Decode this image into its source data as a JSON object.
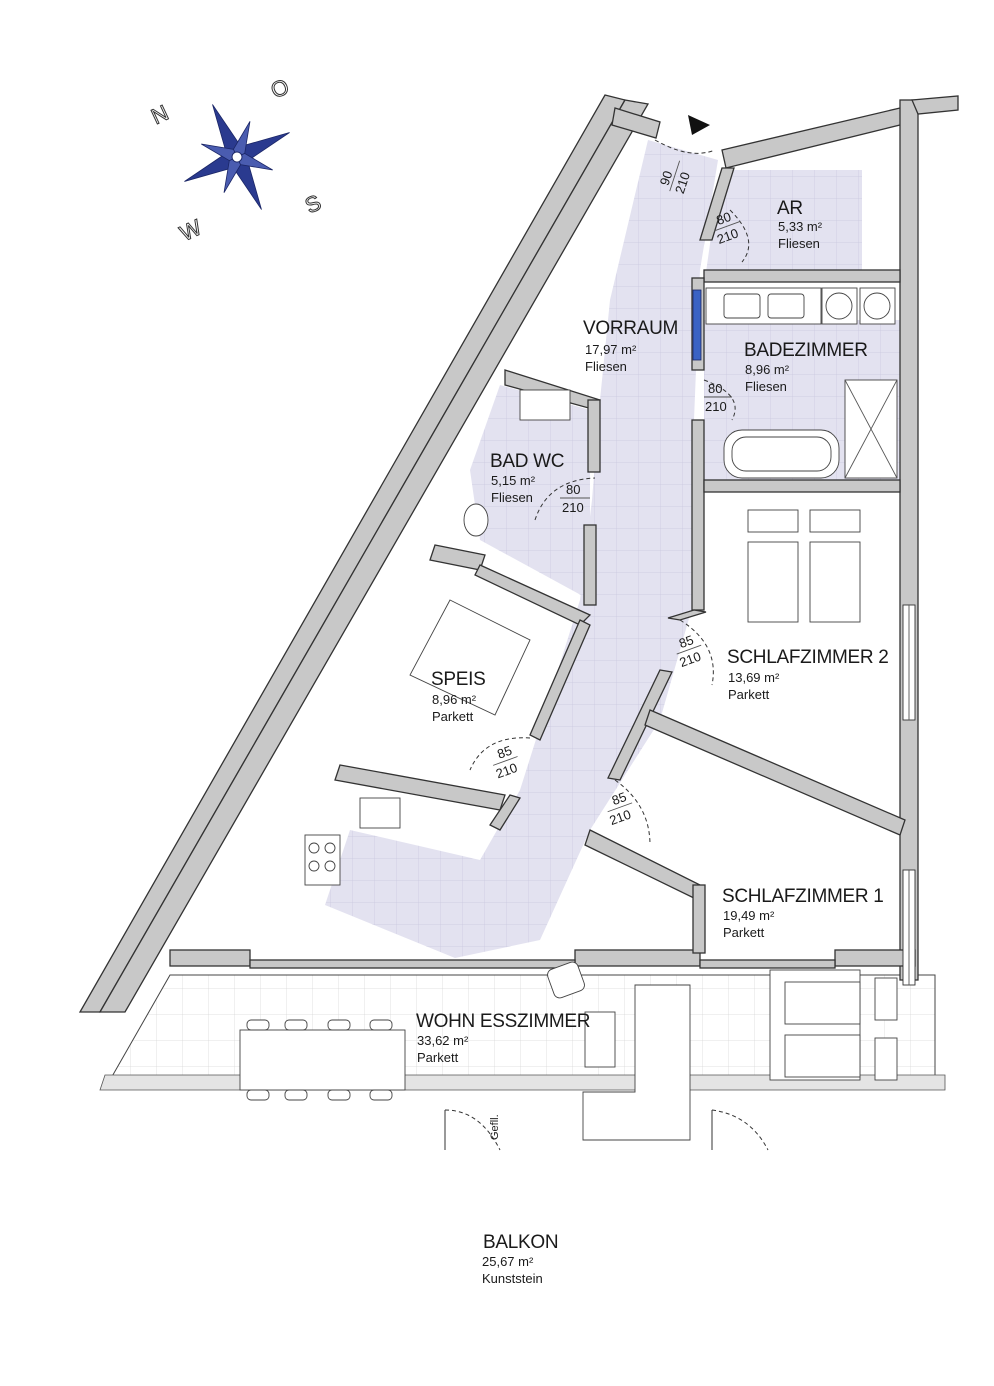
{
  "compass": {
    "letters": [
      "N",
      "O",
      "S",
      "W"
    ]
  },
  "rooms": {
    "ar": {
      "name": "AR",
      "area": "5,33 m²",
      "floor": "Fliesen"
    },
    "vorraum": {
      "name": "VORRAUM",
      "area": "17,97 m²",
      "floor": "Fliesen"
    },
    "badezimmer": {
      "name": "BADEZIMMER",
      "area": "8,96 m²",
      "floor": "Fliesen"
    },
    "bad_wc": {
      "name": "BAD WC",
      "area": "5,15 m²",
      "floor": "Fliesen"
    },
    "schlafzimmer2": {
      "name": "SCHLAFZIMMER 2",
      "area": "13,69 m²",
      "floor": "Parkett"
    },
    "speis": {
      "name": "SPEIS",
      "area": "8,96 m²",
      "floor": "Parkett"
    },
    "schlafzimmer1": {
      "name": "SCHLAFZIMMER 1",
      "area": "19,49 m²",
      "floor": "Parkett"
    },
    "wohn_esszimmer": {
      "name": "WOHN ESSZIMMER",
      "area": "33,62 m²",
      "floor": "Parkett"
    },
    "balkon": {
      "name": "BALKON",
      "area": "25,67 m²",
      "floor": "Kunststein"
    }
  },
  "doors": {
    "entrance": {
      "width": "90",
      "height": "210"
    },
    "ar": {
      "width": "80",
      "height": "210"
    },
    "badezimmer": {
      "width": "80",
      "height": "210"
    },
    "bad_wc": {
      "width": "80",
      "height": "210"
    },
    "schlafzimmer2": {
      "width": "85",
      "height": "210"
    },
    "speis": {
      "width": "85",
      "height": "210"
    },
    "schlafzimmer1": {
      "width": "85",
      "height": "210"
    }
  },
  "misc": {
    "gefaelle": "Gefll."
  },
  "colors": {
    "tile_fill": "#e3e2f0",
    "wall_fill": "#c8c8c8",
    "compass_star": "#2a3a8f",
    "window_blue": "#3a62c4"
  }
}
